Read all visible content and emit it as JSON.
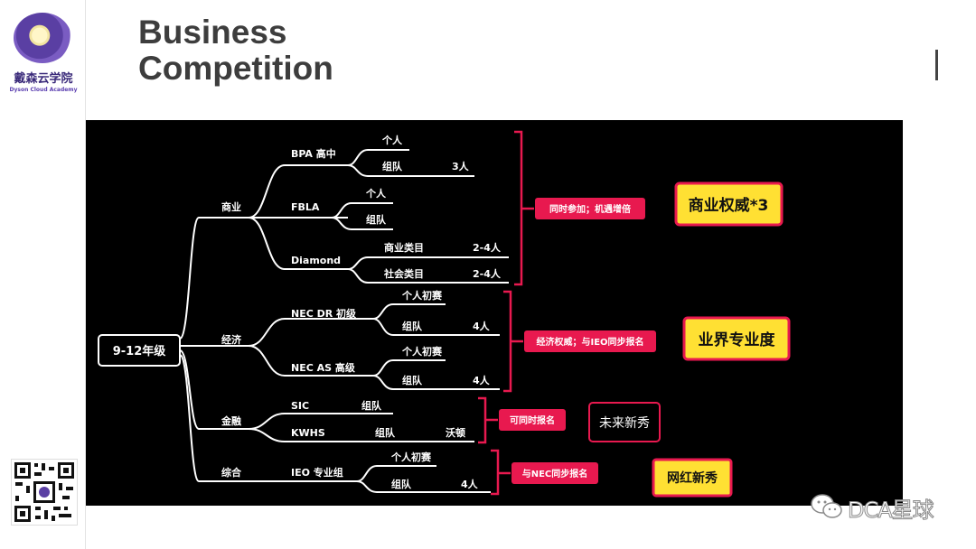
{
  "logo": {
    "cn": "戴森云学院",
    "en": "Dyson Cloud Academy"
  },
  "title": {
    "line1": "Business",
    "line2": "Competition"
  },
  "diagram": {
    "root": "9-12年级",
    "categories": {
      "business": "商业",
      "economics": "经济",
      "finance": "金融",
      "general": "综合"
    },
    "competitions": {
      "bpa": "BPA 高中",
      "fbla": "FBLA",
      "diamond": "Diamond",
      "nec_dr": "NEC DR 初级",
      "nec_as": "NEC AS 高级",
      "sic": "SIC",
      "kwhs": "KWHS",
      "ieo": "IEO 专业组"
    },
    "leaves": {
      "bpa_individual": "个人",
      "bpa_team": "组队",
      "bpa_team_size": "3人",
      "fbla_individual": "个人",
      "fbla_team": "组队",
      "diamond_business": "商业类目",
      "diamond_business_size": "2-4人",
      "diamond_social": "社会类目",
      "diamond_social_size": "2-4人",
      "necdr_individual": "个人初赛",
      "necdr_team": "组队",
      "necdr_team_size": "4人",
      "necas_individual": "个人初赛",
      "necas_team": "组队",
      "necas_team_size": "4人",
      "sic_team": "组队",
      "kwhs_team": "组队",
      "kwhs_wharton": "沃顿",
      "ieo_individual": "个人初赛",
      "ieo_team": "组队",
      "ieo_team_size": "4人"
    },
    "notes": {
      "business": "同时参加；机遇增倍",
      "economics": "经济权威；与IEO同步报名",
      "finance": "可同时报名",
      "general": "与NEC同步报名"
    },
    "tags": {
      "business": "商业权威*3",
      "economics": "业界专业度",
      "finance": "未来新秀",
      "general": "网红新秀"
    },
    "colors": {
      "line": "#ffffff",
      "bracket": "#e8194f",
      "pill": "#e8194f",
      "tag_bg": "#ffe033",
      "tag_border": "#e8194f"
    }
  },
  "watermark": {
    "text": "DCA星球",
    "icon": "wechat-icon"
  }
}
